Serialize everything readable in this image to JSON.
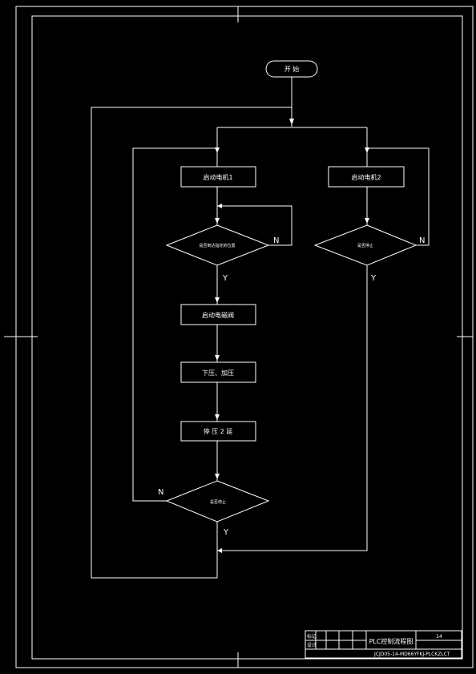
{
  "flowchart": {
    "start_label": "开 始",
    "motor1_label": "启动电机1",
    "motor2_label": "启动电机2",
    "decision_left_label": "是否到达指定的位置",
    "decision_right_label": "是否停止",
    "process_1_label": "启动电磁阀",
    "process_2_label": "下压、加压",
    "process_3_label": "停 压 2 延",
    "decision_bottom_label": "是否停止",
    "yes_label": "Y",
    "no_label": "N"
  },
  "title_block": {
    "drawing_title": "PLC控制流程图",
    "sheet_number": "14",
    "drawing_code": "JCJD05-14-MD66YFKJ-PLCKZLCT",
    "small_marks": [
      "标记",
      "设计"
    ]
  }
}
